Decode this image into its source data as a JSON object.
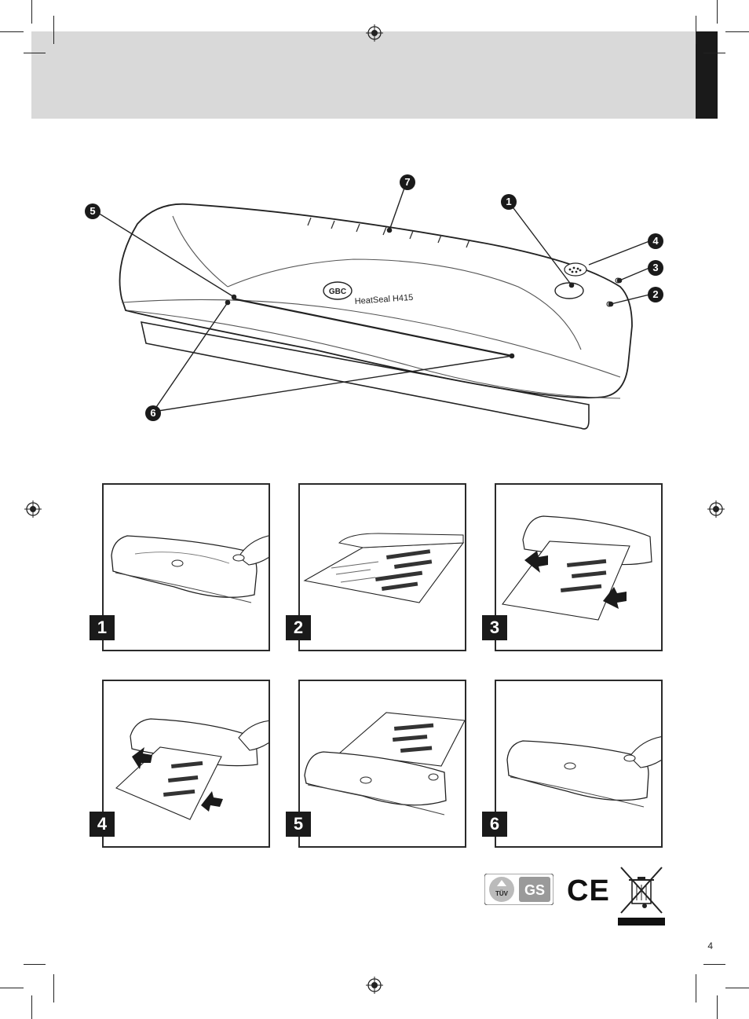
{
  "product": {
    "brand_logo": "GBC",
    "model_label": "HeatSeal H415"
  },
  "callouts": [
    "1",
    "2",
    "3",
    "4",
    "5",
    "6",
    "7"
  ],
  "steps": [
    {
      "number": "1",
      "illustration": "power-on-laminator"
    },
    {
      "number": "2",
      "illustration": "insert-document-into-pouch"
    },
    {
      "number": "3",
      "illustration": "feed-pouch-into-laminator"
    },
    {
      "number": "4",
      "illustration": "pouch-exits-laminator"
    },
    {
      "number": "5",
      "illustration": "laminated-document-out"
    },
    {
      "number": "6",
      "illustration": "power-off-laminator"
    }
  ],
  "certifications": {
    "tuv_text": "TÜV",
    "gs_text": "GS",
    "ce_text": "CE",
    "weee_icon": "crossed-out-wheelie-bin-icon"
  },
  "page_number": "4",
  "colors": {
    "header_band": "#d9d9d9",
    "tab": "#1a1a1a",
    "ink": "#1a1a1a"
  }
}
